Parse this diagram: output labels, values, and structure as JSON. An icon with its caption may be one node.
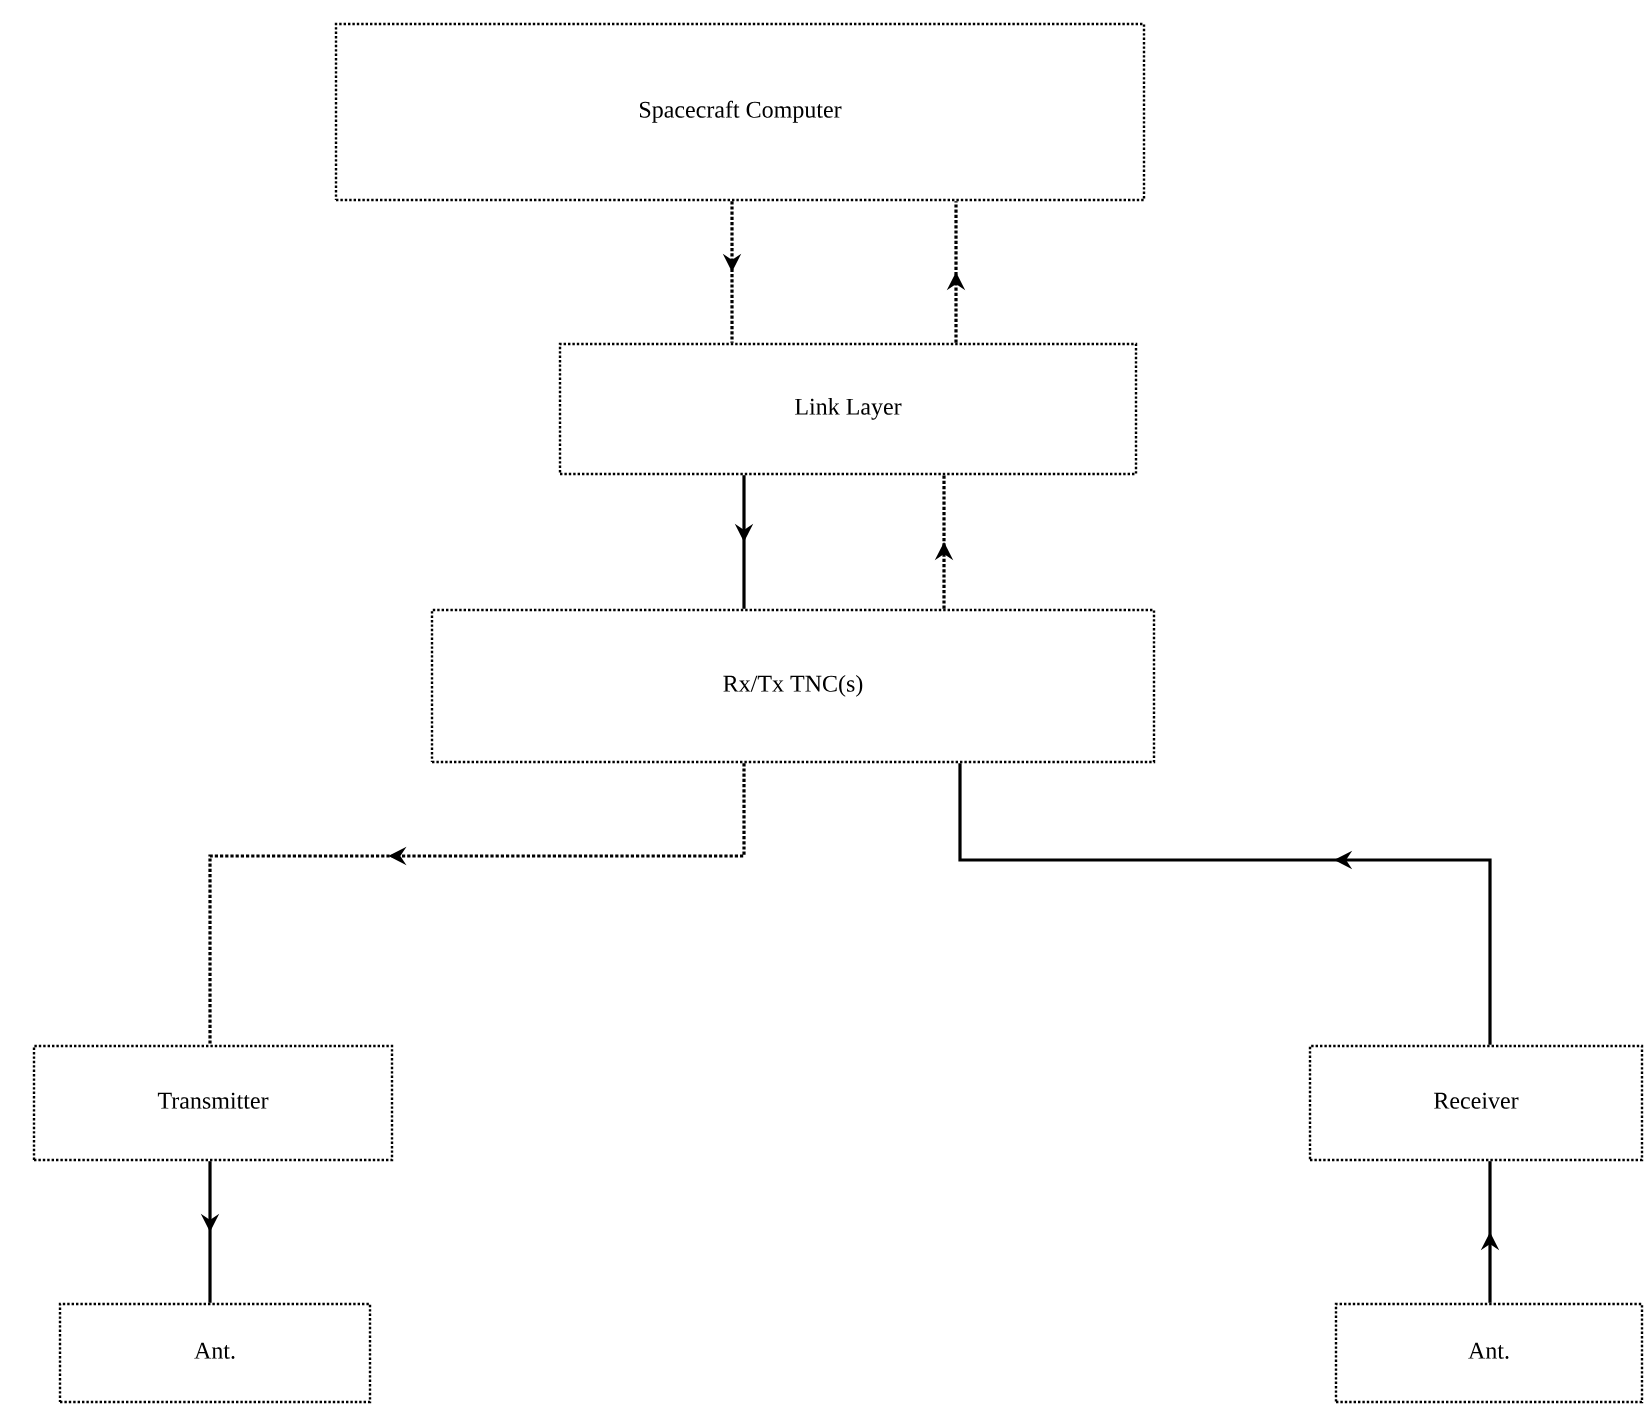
{
  "diagram": {
    "nodes": [
      {
        "text": [
          "Spacecraft Computer"
        ]
      },
      {
        "text": [
          "Link Layer"
        ]
      },
      {
        "text": [
          "Rx/Tx TNC(s)"
        ]
      },
      {
        "text": [
          "Transmitter"
        ]
      },
      {
        "text": [
          "Receiver"
        ]
      },
      {
        "text": [
          "Ant."
        ]
      },
      {
        "text": [
          "Ant."
        ]
      }
    ],
    "edges": [
      {
        "from": 0,
        "to": 1,
        "arrow": "to",
        "style": "dashed"
      },
      {
        "from": 1,
        "to": 0,
        "arrow": "to",
        "style": "dashed"
      },
      {
        "from": 1,
        "to": 2,
        "arrow": "to"
      },
      {
        "from": 2,
        "to": 1,
        "arrow": "to",
        "style": "dashed"
      },
      {
        "from": 2,
        "to": 3,
        "arrow": "to",
        "style": "dashed"
      },
      {
        "from": 4,
        "to": 2,
        "arrow": "to"
      },
      {
        "from": 3,
        "to": 5,
        "arrow": "to"
      },
      {
        "from": 6,
        "to": 4,
        "arrow": "to"
      }
    ]
  }
}
